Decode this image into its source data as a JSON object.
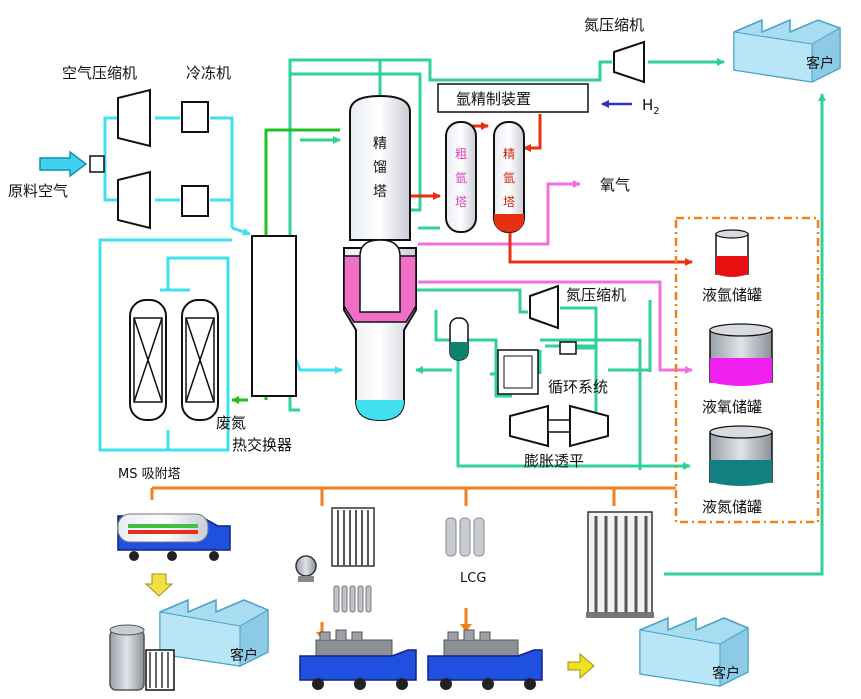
{
  "labels": {
    "air_compressor": "空气压缩机",
    "refrigerator": "冷冻机",
    "raw_air": "原料空气",
    "ms_adsorber": "MS 吸附塔",
    "waste_nitrogen": "废氮",
    "heat_exchanger": "热交换器",
    "column_chars": [
      "精",
      "馏",
      "塔"
    ],
    "argon_purifier": "氩精制装置",
    "h2": "H",
    "h2_sub": "2",
    "oxygen_gas": "氧气",
    "nitrogen_compressor_top": "氮压缩机",
    "nitrogen_compressor_mid": "氮压缩机",
    "cycle_system": "循环系统",
    "expansion_turbine": "膨胀透平",
    "liquid_argon_tank": "液氩储罐",
    "liquid_oxygen_tank": "液氧储罐",
    "liquid_nitrogen_tank": "液氮储罐",
    "lcg": "LCG",
    "customer_top": "客户",
    "customer_bottom_left": "客户",
    "customer_bottom_right": "客户",
    "crude_argon_chars": [
      "粗",
      "氩",
      "塔"
    ],
    "pure_argon_chars": [
      "精",
      "氩",
      "塔"
    ]
  },
  "colors": {
    "air_line": "#40e0f0",
    "nitrogen_line": "#30d09a",
    "oxygen_line": "#f070e0",
    "argon_line": "#e83010",
    "distribution_line": "#f08020",
    "waste_line": "#20c020",
    "customer_building": "#a8dcf0",
    "truck_blue": "#2050e0",
    "liquid_argon": "#e81010",
    "liquid_oxygen": "#f020f0",
    "liquid_nitrogen": "#108080"
  }
}
